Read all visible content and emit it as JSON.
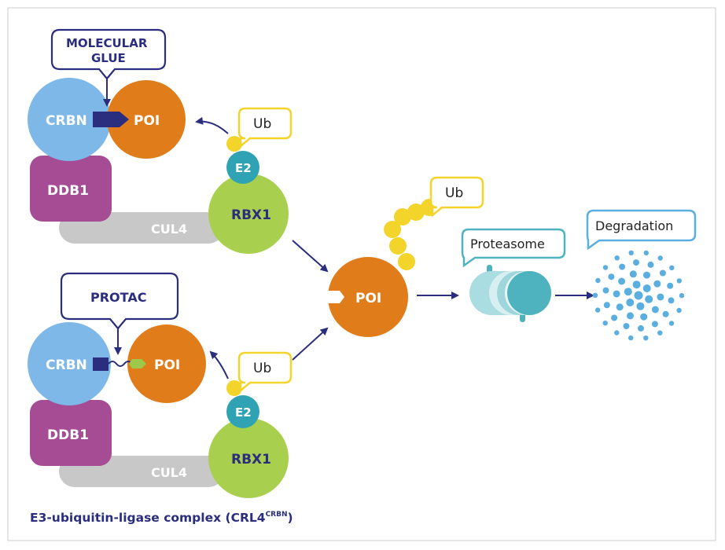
{
  "colors": {
    "navy": "#2b2d7e",
    "crbn": "#7db8e8",
    "poi": "#e07d1a",
    "ddb1": "#a64c94",
    "cul4": "#c8c8c8",
    "rbx1": "#a9cf4f",
    "e2": "#2fa3b3",
    "ub": "#f2d42b",
    "protac_head": "#9ec84a",
    "proteasome": "#4fb3bf",
    "degradation": "#5aaee0",
    "frame": "#d5d5d5"
  },
  "top_complex": {
    "callout": {
      "line1": "MOLECULAR",
      "line2": "GLUE"
    },
    "crbn": "CRBN",
    "poi": "POI",
    "ddb1": "DDB1",
    "cul4": "CUL4",
    "rbx1": "RBX1",
    "e2": "E2",
    "ub": "Ub"
  },
  "bottom_complex": {
    "callout": "PROTAC",
    "crbn": "CRBN",
    "poi": "POI",
    "ddb1": "DDB1",
    "cul4": "CUL4",
    "rbx1": "RBX1",
    "e2": "E2",
    "ub": "Ub"
  },
  "center": {
    "poi": "POI",
    "ub": "Ub"
  },
  "proteasome_label": "Proteasome",
  "degradation_label": "Degradation",
  "caption": {
    "main": "E3-ubiquitin-ligase complex (CRL4",
    "superscript": "CRBN",
    "close": ")"
  }
}
